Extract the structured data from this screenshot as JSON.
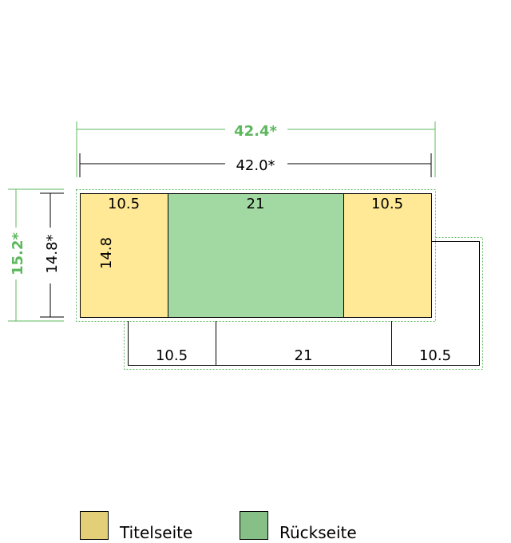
{
  "dimensions": {
    "outer_width": "42.4*",
    "inner_width": "42.0*",
    "outer_height": "15.2*",
    "inner_height": "14.8*",
    "panel_height": "14.8"
  },
  "panels": {
    "left": "10.5",
    "center": "21",
    "right": "10.5"
  },
  "flap": {
    "left": "10.5",
    "center": "21",
    "right": "10.5"
  },
  "legend": {
    "title_page": "Titelseite",
    "back_page": "Rückseite"
  },
  "colors": {
    "title_page_fill": "#ffe896",
    "back_page_fill": "#a2d9a2",
    "legend_title_swatch": "#e2cf77",
    "legend_back_swatch": "#86c086",
    "green_dimension": "#5cb85c",
    "dotted_outline": "#5cb85c"
  }
}
